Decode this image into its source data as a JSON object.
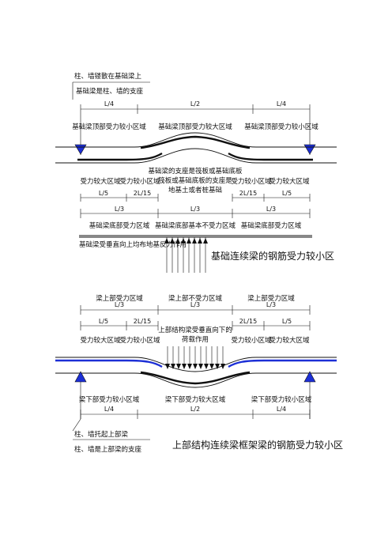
{
  "colors": {
    "line": "#111111",
    "accent_blue": "#1c2fd6"
  },
  "top": {
    "note_line1": "柱、墙镂散在基础梁上",
    "note_line2": "基础梁是柱、墙的支座",
    "dim_quarter": "L/4",
    "dim_half": "L/2",
    "zone_left": "基础梁顶部受力较小区域",
    "zone_mid": "基础梁顶部受力较大区域",
    "zone_right": "基础梁顶部受力较小区域",
    "center_note": [
      "基础梁的支座是筏板或基础底板",
      "筏板或基础底板的支座是",
      "地基土或者桩基础"
    ],
    "seg_big": "受力较大区域",
    "seg_small": "受力较小区域",
    "dim_fifth": "L/5",
    "dim_2l15": "2L/15",
    "dim_third": "L/3",
    "bottom_left": "基础梁底部受力区域",
    "bottom_mid": "基础梁底部基本不受力区域",
    "bottom_right": "基础梁底部受力区域",
    "soil_note": "基础梁受垂直向上均布地基反力作用",
    "title": "基础连续梁的钢筋受力较小区"
  },
  "bottom": {
    "zone_left": "梁上部受力区域",
    "zone_mid": "梁上部不受力区域",
    "zone_right": "梁上部受力区域",
    "dim_third": "L/3",
    "dim_fifth": "L/5",
    "dim_2l15": "2L/15",
    "seg_big": "受力较大区域",
    "seg_small": "受力较小区域",
    "load_note": [
      "上部结构梁受垂直向下的",
      "荷载作用"
    ],
    "under_left": "梁下部受力较小区域",
    "under_mid": "梁下部受力较大区域",
    "under_right": "梁下部受力较小区域",
    "dim_quarter": "L/4",
    "dim_half": "L/2",
    "support_line1": "柱、墙托起上部梁",
    "support_line2": "柱、墙是上部梁的支座",
    "title": "上部结构连续梁框架梁的钢筋受力较小区"
  }
}
